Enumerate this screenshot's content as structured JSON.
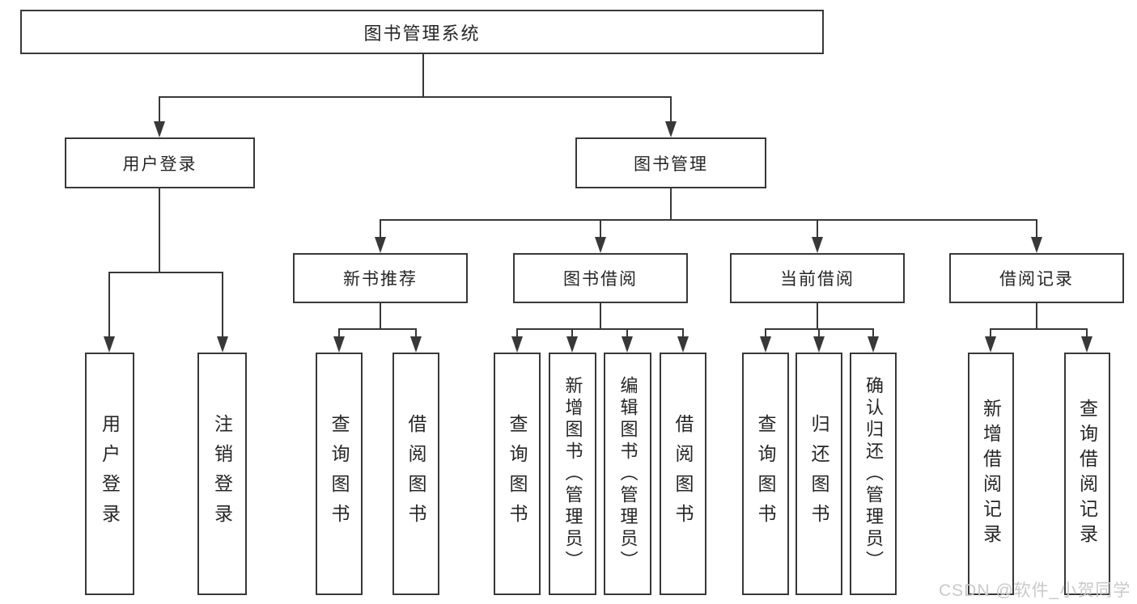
{
  "diagram": {
    "title_node": "图书管理系统",
    "nodes": {
      "root": "图书管理系统",
      "user_login": "用户登录",
      "book_mgmt": "图书管理",
      "new_book": "新书推荐",
      "book_borrow": "图书借阅",
      "current_borrow": "当前借阅",
      "borrow_record": "借阅记录",
      "leaves": [
        "用户登录",
        "注销登录",
        "查询图书",
        "借阅图书",
        "查询图书",
        "新增图书（管理员）",
        "编辑图书（管理员）",
        "借阅图书",
        "查询图书",
        "归还图书",
        "确认归还（管理员）",
        "新增借阅记录",
        "查询借阅记录"
      ]
    },
    "colors": {
      "line": "#383838",
      "box_border": "#383838",
      "text": "#262626",
      "background": "#ffffff",
      "watermark": "#c9c9c9"
    }
  },
  "watermark": {
    "text": "CSDN @软件_小贺同学"
  }
}
